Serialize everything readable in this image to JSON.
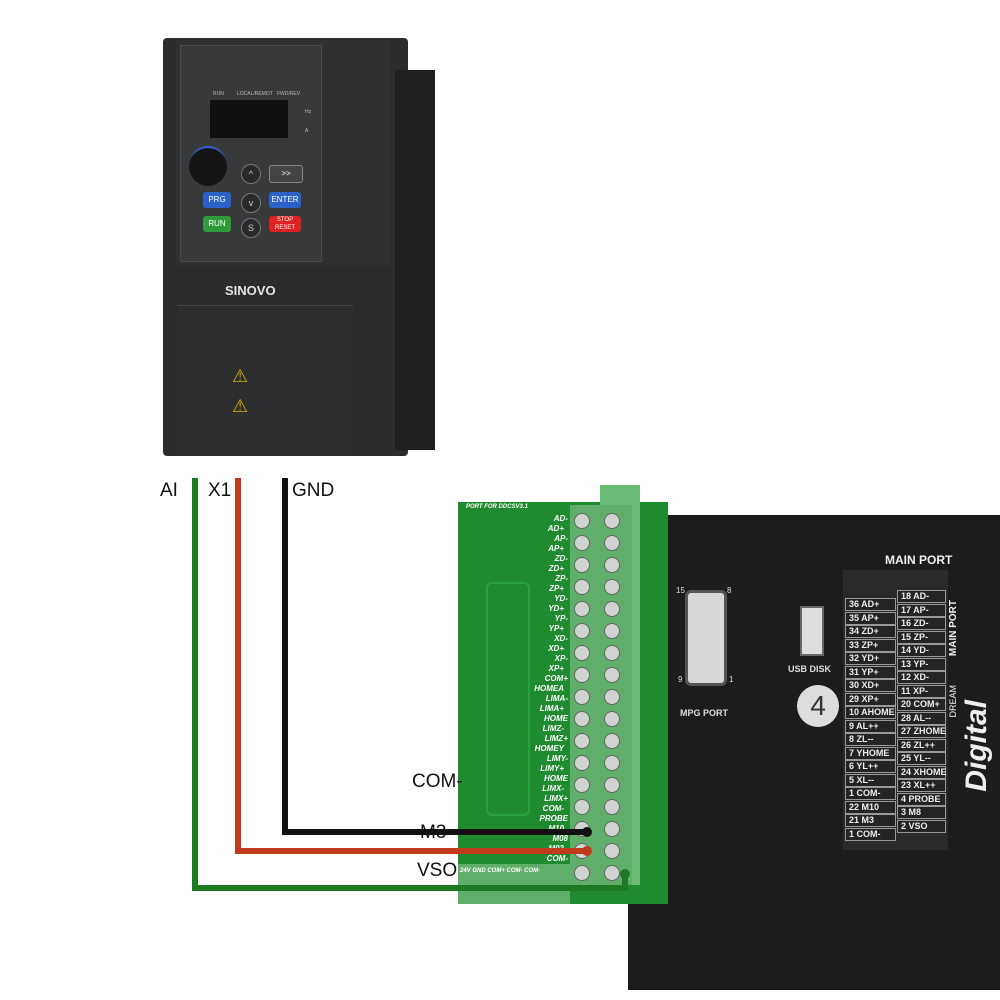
{
  "inverter": {
    "brand": "SINOVO",
    "leds": [
      "RUN",
      "LOCAL/REMOT",
      "FWD/REV"
    ],
    "units": [
      "Hz",
      "A"
    ],
    "keys": {
      "prg": "PRG",
      "run": "RUN",
      "enter": "ENTER",
      "stop": "STOP RESET",
      "up": "^",
      "down": "v",
      "shift": ">>",
      "s": "S"
    }
  },
  "wires": {
    "ai": {
      "label": "AI",
      "color": "#1e7a22"
    },
    "x1": {
      "label": "X1",
      "color": "#c03a1c"
    },
    "gnd": {
      "label": "GND",
      "color": "#111111"
    },
    "com_label": "COM-",
    "m3_label": "M3",
    "vso_label": "VSO"
  },
  "board": {
    "title": "PORT FOR DDCSV3.1",
    "labels": [
      "AD-",
      "AD+",
      "AP-",
      "AP+",
      "ZD-",
      "ZD+",
      "ZP-",
      "ZP+",
      "YD-",
      "YD+",
      "YP-",
      "YP+",
      "XD-",
      "XD+",
      "XP-",
      "XP+",
      "COM+",
      "HOMEA",
      "LIMA-",
      "LIMA+",
      "HOME",
      "LIMZ-",
      "LIMZ+",
      "HOMEY",
      "LIMY-",
      "LIMY+",
      "HOME",
      "LIMX-",
      "LIMX+",
      "COM-",
      "PROBE",
      "M10",
      "M08",
      "M03",
      "COM-"
    ],
    "bottom": "24V GND COM+ COM- COM-"
  },
  "controller": {
    "mpg_port": "MPG PORT",
    "pin15": "15",
    "pin8": "8",
    "pin9": "9",
    "pin1": "1",
    "usb": "USB DISK",
    "badge": "4",
    "main_port": "MAIN PORT",
    "main_port_vertical": "MAIN PORT",
    "brand": "Digital",
    "brand_sub": "DREAM",
    "left_col": [
      "36 AD+",
      "35 AP+",
      "34 ZD+",
      "33 ZP+",
      "32 YD+",
      "31 YP+",
      "30 XD+",
      "29 XP+",
      "10 AHOME",
      "9 AL++",
      "8 ZL--",
      "7 YHOME",
      "6 YL++",
      "5 XL--",
      "1 COM-",
      "22 M10",
      "21 M3",
      "1 COM-"
    ],
    "right_col": [
      "18 AD-",
      "17 AP-",
      "16 ZD-",
      "15 ZP-",
      "14 YD-",
      "13 YP-",
      "12 XD-",
      "11 XP-",
      "20 COM+",
      "28 AL--",
      "27 ZHOME",
      "26 ZL++",
      "25 YL--",
      "24 XHOME",
      "23 XL++",
      "4 PROBE",
      "3 M8",
      "2 VSO"
    ]
  }
}
